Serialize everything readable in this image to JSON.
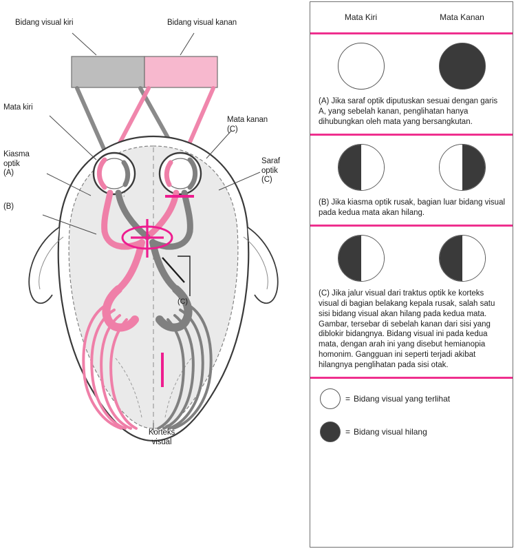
{
  "diagram": {
    "labels": {
      "visual_field_left": "Bidang visual kiri",
      "visual_field_right": "Bidang visual kanan",
      "eye_left": "Mata kiri",
      "optic_chiasm": "Kiasma\noptik\n(A)",
      "lesion_b": "(B)",
      "eye_right": "Mata kanan\n(C)",
      "optic_nerve": "Saraf\noptik\n(C)",
      "lesion_c_inner": "(C)",
      "visual_cortex": "Korteks\nvisual"
    },
    "colors": {
      "left_field": "#bdbdbd",
      "right_field": "#f7b8ce",
      "pathway_left": "#808080",
      "pathway_right": "#ef7fa8",
      "marker": "#ee1d8f",
      "brain_fill": "#eaeaea"
    }
  },
  "results": {
    "header": {
      "left_eye": "Mata Kiri",
      "right_eye": "Mata Kanan"
    },
    "rows": [
      {
        "id": "A",
        "left_eye": {
          "inner": "seen",
          "outer": "seen",
          "type": "full-seen"
        },
        "right_eye": {
          "inner": "lost",
          "outer": "lost",
          "type": "full-lost"
        },
        "caption": "(A) Jika saraf optik diputuskan sesuai dengan garis A, yang sebelah kanan, penglihatan hanya dihubungkan oleh mata yang bersangkutan."
      },
      {
        "id": "B",
        "left_eye": {
          "left_half": "lost",
          "right_half": "seen"
        },
        "right_eye": {
          "left_half": "seen",
          "right_half": "lost"
        },
        "caption": "(B) Jika kiasma optik rusak, bagian luar bidang visual pada kedua mata akan hilang."
      },
      {
        "id": "C",
        "left_eye": {
          "left_half": "lost",
          "right_half": "seen"
        },
        "right_eye": {
          "left_half": "lost",
          "right_half": "seen"
        },
        "caption": "(C) Jika jalur visual dari traktus optik ke korteks visual di bagian belakang kepala rusak, salah satu sisi bidang visual akan hilang pada kedua mata. Gambar, tersebar di sebelah kanan dari sisi yang diblokir bidangnya. Bidang visual ini pada kedua mata, dengan arah ini yang disebut hemianopia homonim. Gangguan ini seperti terjadi akibat hilangnya penglihatan pada sisi otak."
      }
    ],
    "legend": [
      {
        "swatch": "seen",
        "eq": "=",
        "text": "Bidang visual yang terlihat"
      },
      {
        "swatch": "lost",
        "eq": "=",
        "text": "Bidang visual hilang"
      }
    ]
  }
}
